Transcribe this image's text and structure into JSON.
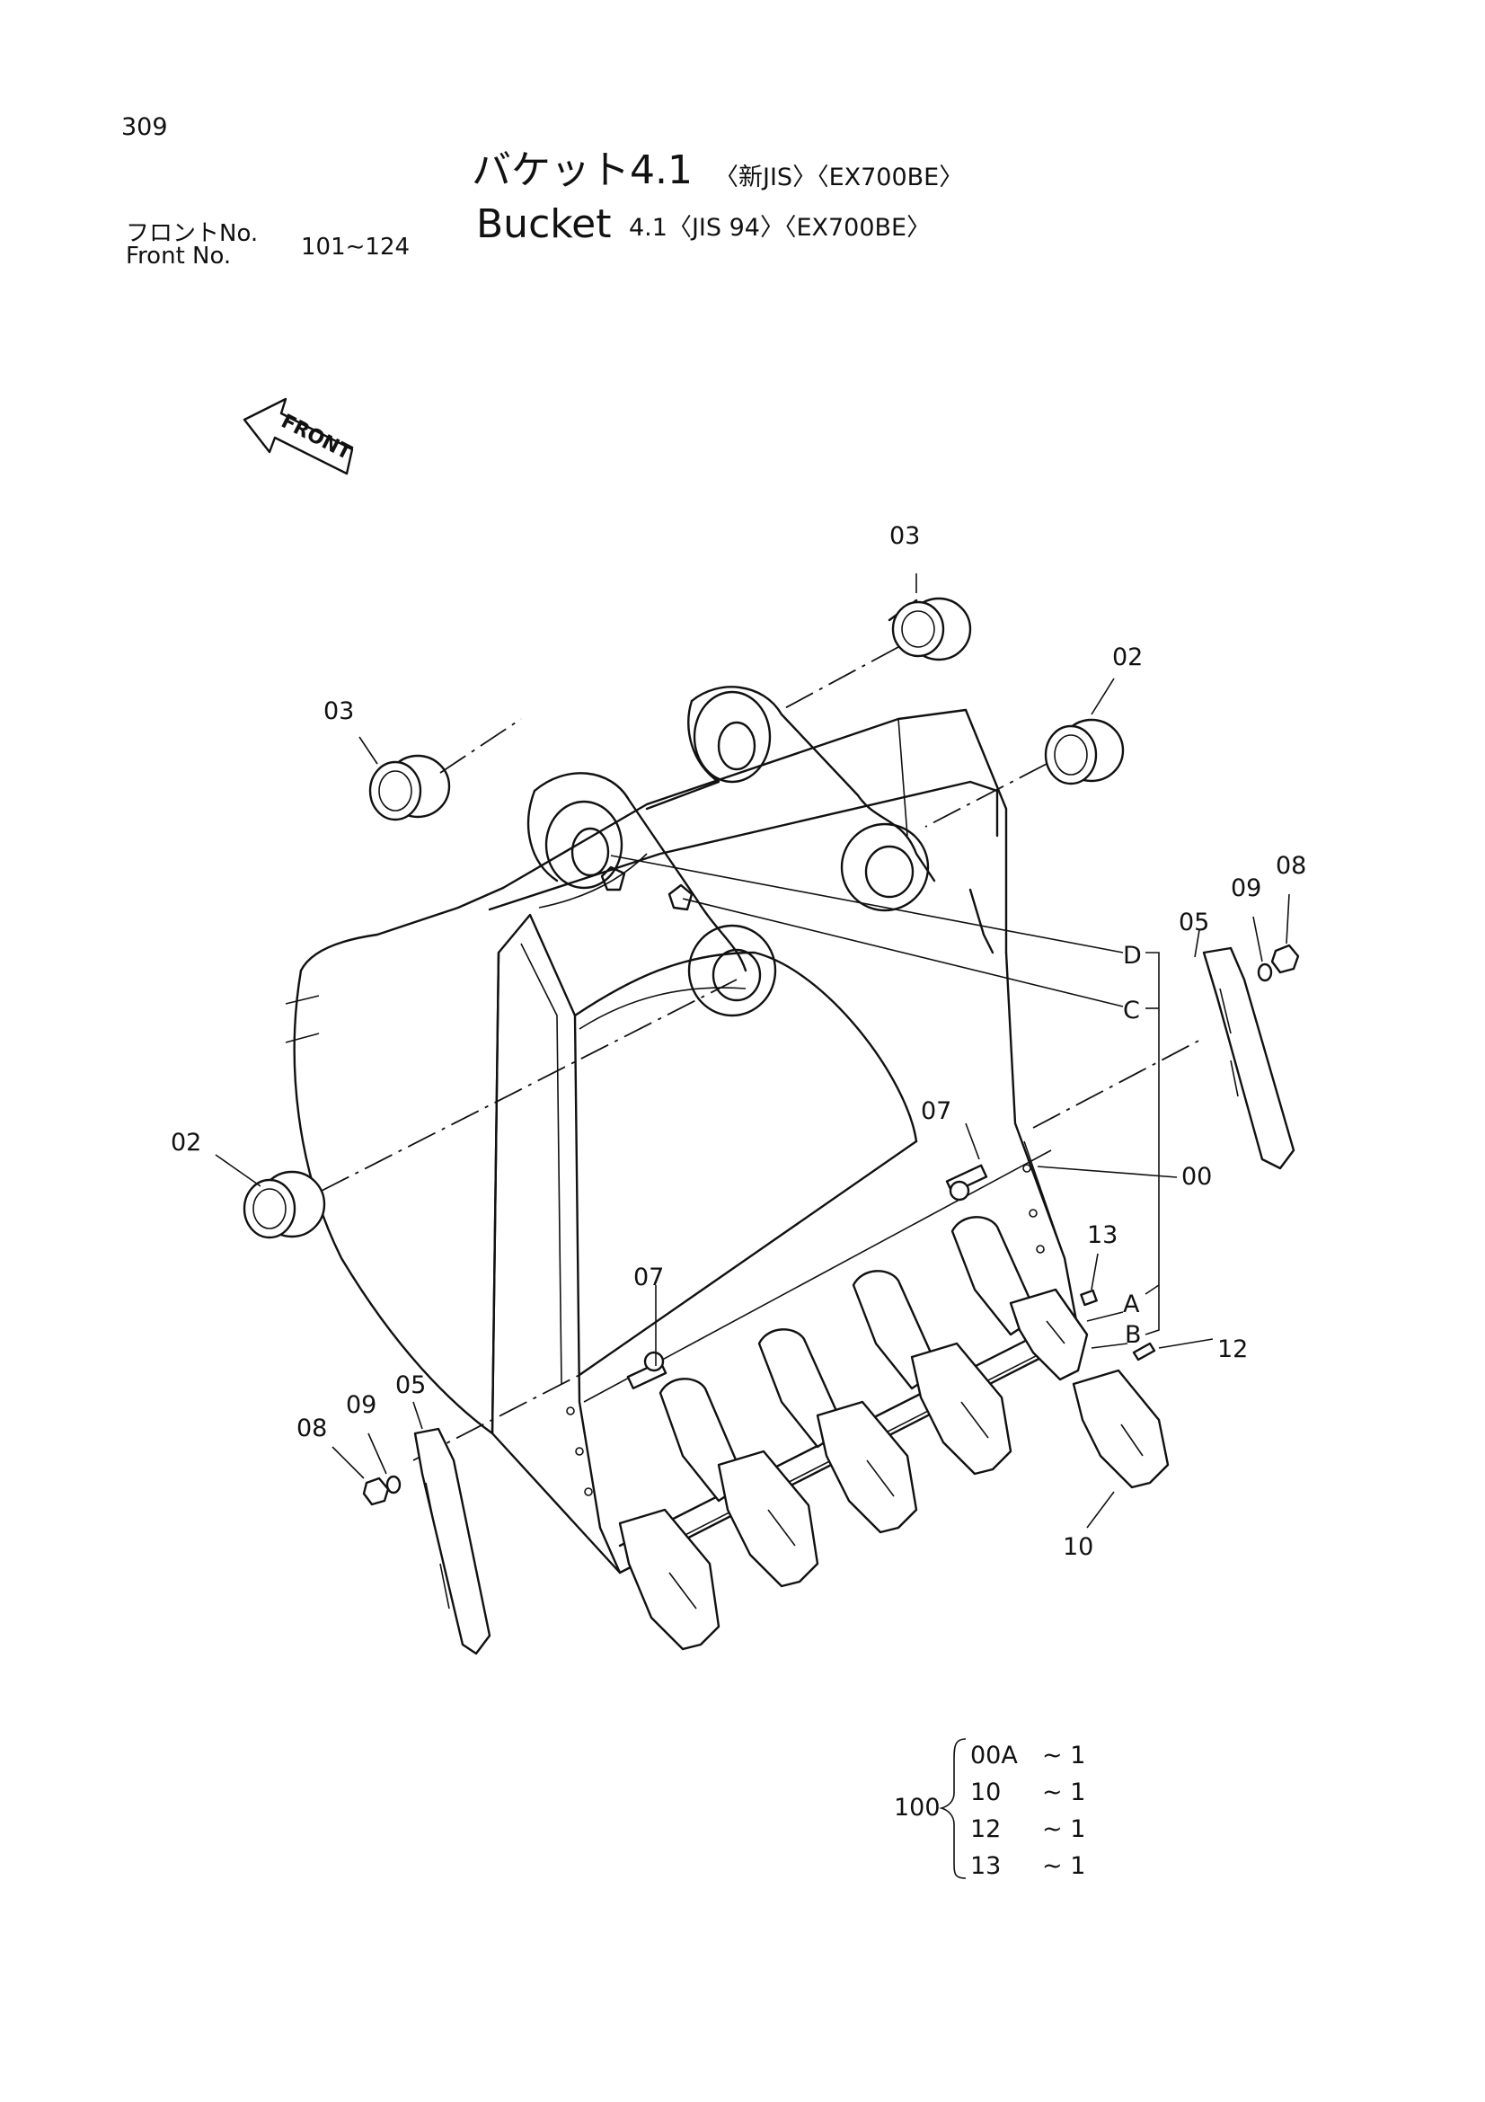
{
  "page_number": "309",
  "title_jp": "バケット4.1",
  "title_jp_tags": "〈新JIS〉〈EX700BE〉",
  "title_en": "Bucket",
  "title_en_tags": "4.1〈JIS 94〉〈EX700BE〉",
  "front_label_jp": "フロントNo.",
  "front_label_en": "Front   No.",
  "front_range": "101∼124",
  "front_arrow_label": "FRONT",
  "callouts": {
    "c00": "00",
    "c02_left": "02",
    "c02_right": "02",
    "c03_top": "03",
    "c03_left": "03",
    "c05_right": "05",
    "c05_left": "05",
    "c07_upper": "07",
    "c07_lower": "07",
    "c08_right": "08",
    "c08_left": "08",
    "c09_right": "09",
    "c09_left": "09",
    "c10": "10",
    "c12": "12",
    "c13": "13",
    "ref_a": "A",
    "ref_b": "B",
    "ref_c": "C",
    "ref_d": "D"
  },
  "assembly": {
    "label": "100",
    "items": [
      {
        "part": "00A",
        "qty": "~ 1"
      },
      {
        "part": "10",
        "qty": "~ 1"
      },
      {
        "part": "12",
        "qty": "~ 1"
      },
      {
        "part": "13",
        "qty": "~ 1"
      }
    ]
  }
}
